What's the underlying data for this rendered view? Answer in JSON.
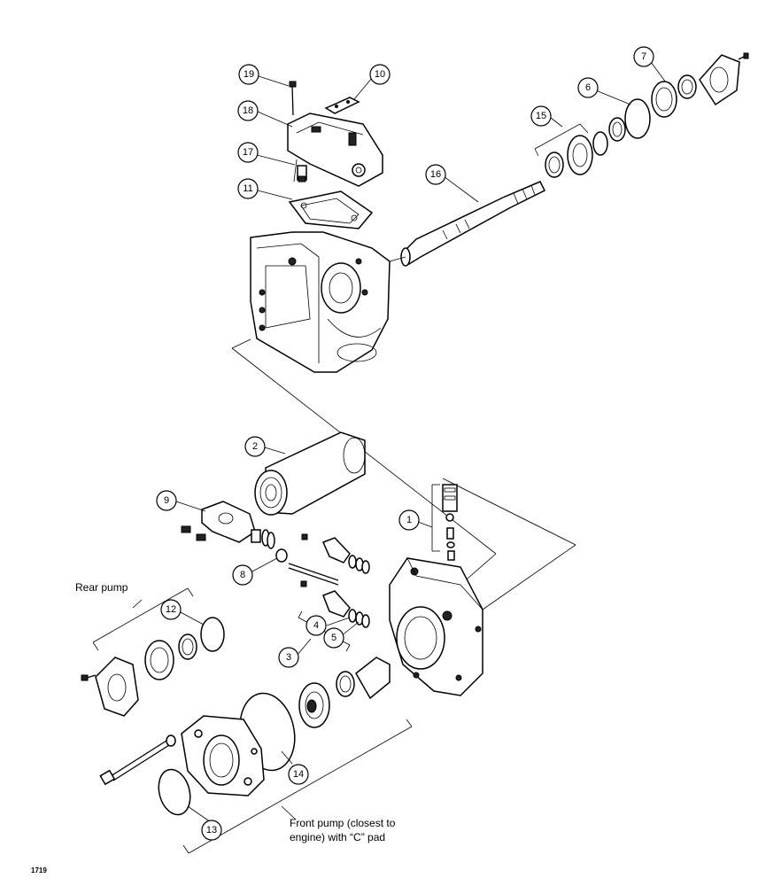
{
  "callouts": {
    "c1": "1",
    "c2": "2",
    "c3": "3",
    "c4": "4",
    "c5": "5",
    "c6": "6",
    "c7": "7",
    "c8": "8",
    "c9": "9",
    "c10": "10",
    "c11": "11",
    "c12": "12",
    "c13": "13",
    "c14": "14",
    "c15": "15",
    "c16": "16",
    "c17": "17",
    "c18": "18",
    "c19": "19"
  },
  "labels": {
    "rear_pump": "Rear pump",
    "front_pump_line1": "Front pump (closest to",
    "front_pump_line2": "engine) with “C” pad",
    "figure_id": "1719"
  }
}
